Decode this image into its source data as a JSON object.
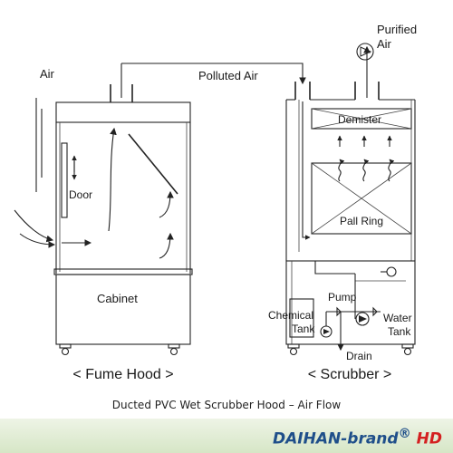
{
  "labels": {
    "air": "Air",
    "polluted_air": "Polluted Air",
    "purified_air_1": "Purified",
    "purified_air_2": "Air",
    "door": "Door",
    "cabinet": "Cabinet",
    "demister": "Demister",
    "pall_ring": "Pall Ring",
    "pump": "Pump",
    "chemical_tank_1": "Chemical",
    "chemical_tank_2": "Tank",
    "water_tank_1": "Water",
    "water_tank_2": "Tank",
    "drain": "Drain"
  },
  "captions": {
    "fume_hood": "< Fume Hood >",
    "scrubber": "< Scrubber >",
    "figure": "Ducted PVC Wet Scrubber Hood – Air Flow"
  },
  "brand": {
    "name": "DAIHAN-brand",
    "mark": "®",
    "suffix": " HD"
  }
}
